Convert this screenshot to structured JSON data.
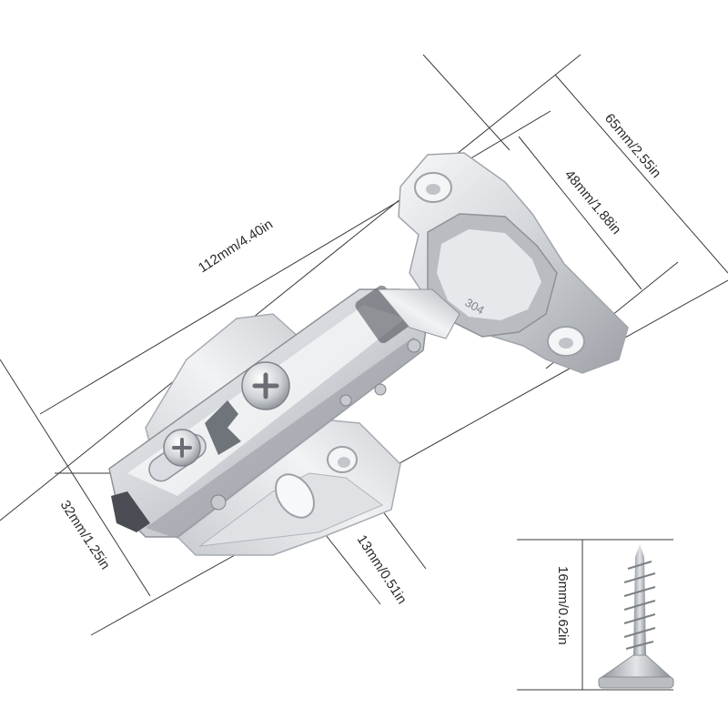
{
  "dimensions": {
    "overall_length": "112mm/4.40in",
    "overall_width": "65mm/2.55in",
    "cup_width": "48mm/1.88in",
    "plate_width": "32mm/1.25in",
    "hole_spacing": "13mm/0.51in",
    "screw_length": "16mm/0.62in"
  },
  "hinge_marking": "304",
  "colors": {
    "metal_light": "#eef0f2",
    "metal_mid": "#c9ccd1",
    "metal_dark": "#8e9298",
    "background": "#ffffff"
  }
}
